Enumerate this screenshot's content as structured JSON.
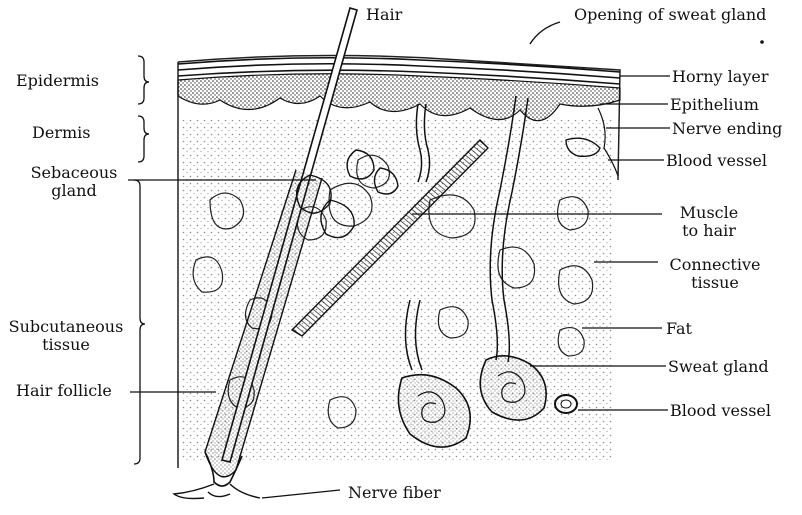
{
  "diagram": {
    "labels": {
      "hair": "Hair",
      "opening_sweat_gland": "Opening of sweat gland",
      "epidermis": "Epidermis",
      "dermis": "Dermis",
      "sebaceous_gland_1": "Sebaceous",
      "sebaceous_gland_2": "gland",
      "subcutaneous_1": "Subcutaneous",
      "subcutaneous_2": "tissue",
      "hair_follicle": "Hair follicle",
      "nerve_fiber": "Nerve fiber",
      "horny_layer": "Horny layer",
      "epithelium": "Epithelium",
      "nerve_ending": "Nerve ending",
      "blood_vessel_upper": "Blood vessel",
      "muscle_1": "Muscle",
      "muscle_2": "to hair",
      "connective_1": "Connective",
      "connective_2": "tissue",
      "fat": "Fat",
      "sweat_gland": "Sweat gland",
      "blood_vessel_lower": "Blood vessel"
    }
  }
}
